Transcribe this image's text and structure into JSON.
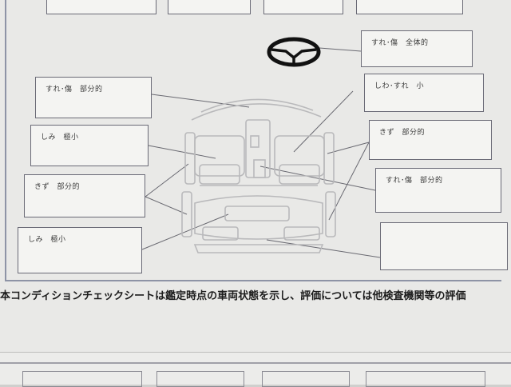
{
  "boxes": [
    {
      "id": "top-1",
      "label": ""
    },
    {
      "id": "top-2",
      "label": ""
    },
    {
      "id": "top-3",
      "label": ""
    },
    {
      "id": "top-4",
      "label": ""
    },
    {
      "id": "right-1",
      "label": "すれ･傷　全体的"
    },
    {
      "id": "left-1",
      "label": "すれ･傷　部分的"
    },
    {
      "id": "right-2",
      "label": "しわ･すれ　小"
    },
    {
      "id": "left-2",
      "label": "しみ　極小"
    },
    {
      "id": "right-3",
      "label": "きず　部分的"
    },
    {
      "id": "left-3",
      "label": "きず　部分的"
    },
    {
      "id": "right-4",
      "label": "すれ･傷　部分的"
    },
    {
      "id": "left-4",
      "label": "しみ　極小"
    },
    {
      "id": "right-5",
      "label": ""
    }
  ],
  "disclaimer": "本コンディションチェックシートは鑑定時点の車両状態を示し、評価については他検査機関等の評価"
}
